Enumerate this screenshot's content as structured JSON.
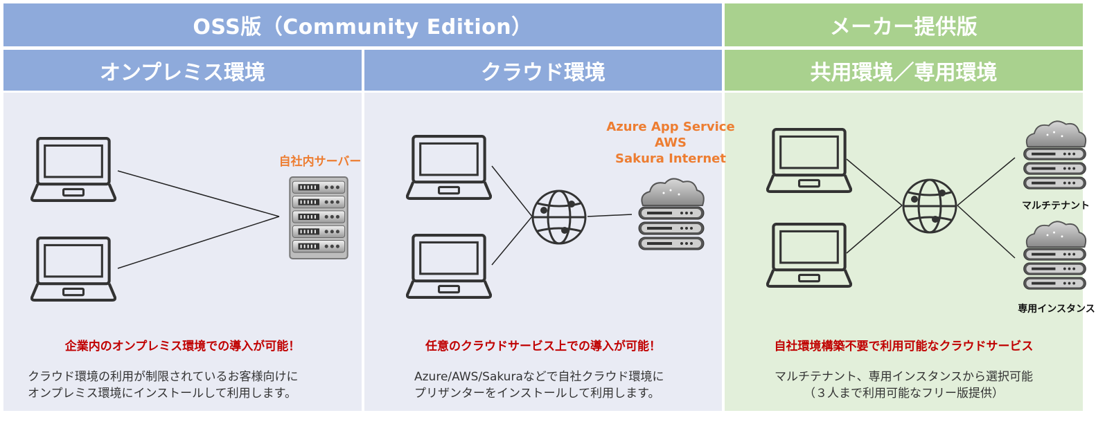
{
  "headers": {
    "oss_title": "OSS版（Community Edition）",
    "vendor_title": "メーカー提供版"
  },
  "columns": [
    {
      "title": "オンプレミス環境",
      "server_label": "自社内サーバー",
      "headline": "企業内のオンプレミス環境での導入が可能！",
      "desc_line1": "クラウド環境の利用が制限されているお客様向けに",
      "desc_line2": "オンプレミス環境にインストールして利用します。"
    },
    {
      "title": "クラウド環境",
      "provider_line1": "Azure App Service",
      "provider_line2": "AWS",
      "provider_line3": "Sakura Internet",
      "headline": "任意のクラウドサービス上での導入が可能！",
      "desc_line1": "Azure/AWS/Sakuraなどで自社クラウド環境に",
      "desc_line2": "プリザンターをインストールして利用します。"
    },
    {
      "title": "共用環境／専用環境",
      "server1_label": "マルチテナント",
      "server2_label": "専用インスタンス",
      "headline": "自社環境構築不要で利用可能なクラウドサービス",
      "desc_line1": "マルチテナント、専用インスタンスから選択可能",
      "desc_line2": "（３人まで利用可能なフリー版提供）"
    }
  ],
  "colors": {
    "oss_blue": "#8eaadb",
    "vendor_green": "#a9d18e",
    "panel_blue": "#e9ebf4",
    "panel_green": "#e2efda",
    "headline_red": "#c00000",
    "label_orange": "#ed7d31"
  },
  "icons": [
    "laptop-icon",
    "globe-icon",
    "server-icon",
    "cloud-server-icon"
  ]
}
